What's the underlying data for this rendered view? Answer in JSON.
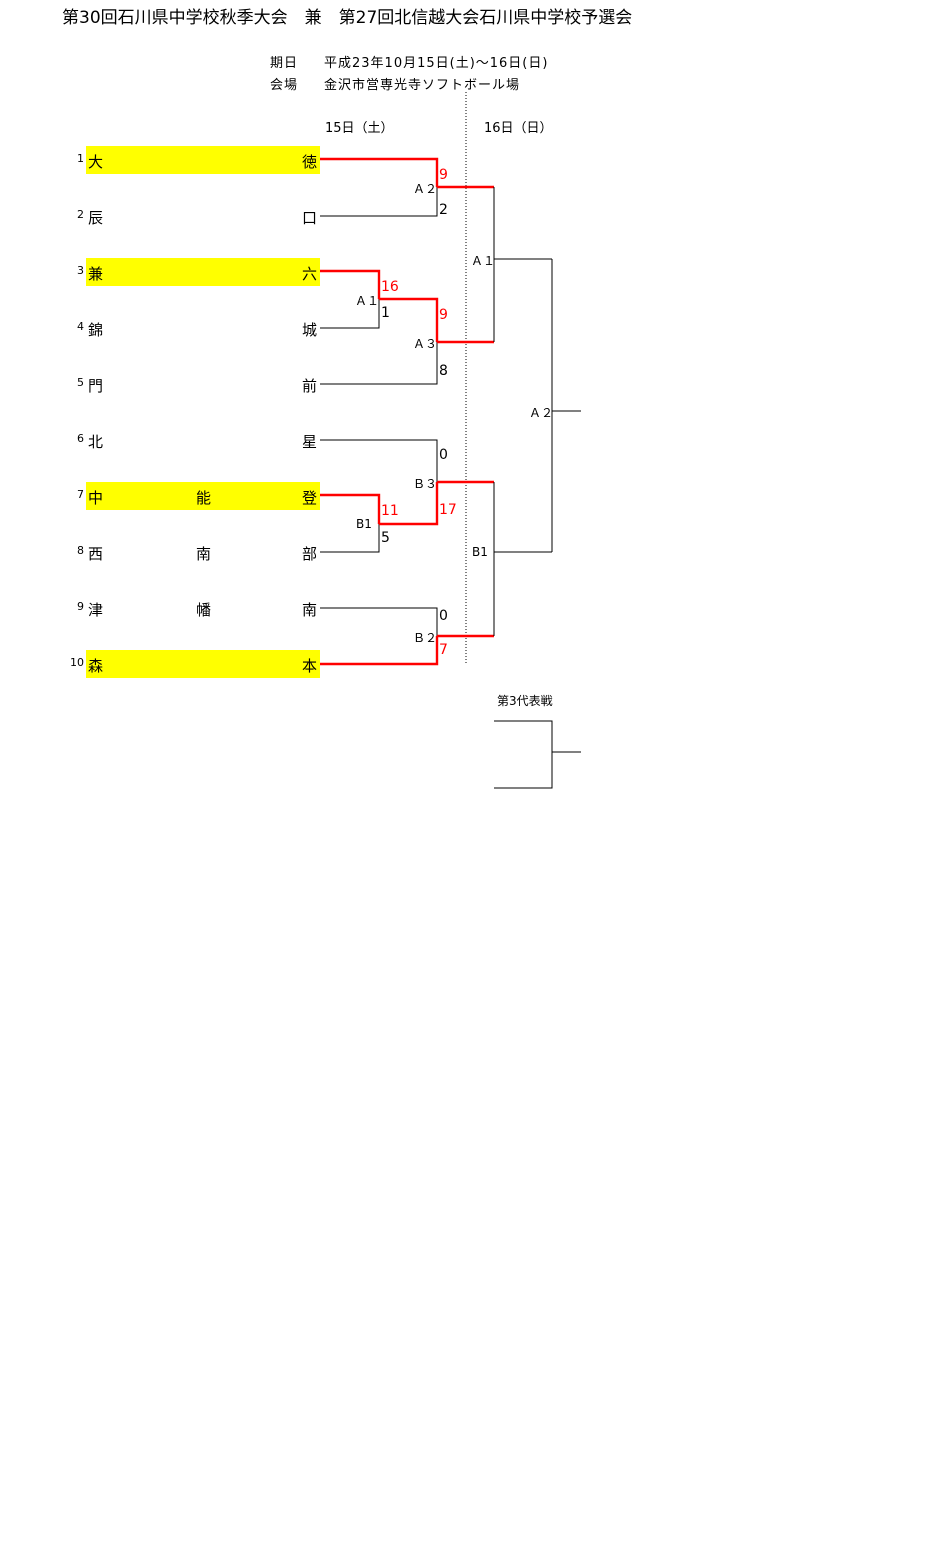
{
  "title": "第30回石川県中学校秋季大会　兼　第27回北信越大会石川県中学校予選会",
  "info": {
    "date_label": "期日",
    "date_value": "平成23年10月15日(土)～16日(日)",
    "venue_label": "会場",
    "venue_value": "金沢市営専光寺ソフトボール場"
  },
  "days": {
    "day1": "15日（土）",
    "day2": "16日（日）"
  },
  "teams": [
    {
      "seed": "1",
      "c1": "大",
      "c2": "",
      "c3": "徳",
      "highlight": true
    },
    {
      "seed": "2",
      "c1": "辰",
      "c2": "",
      "c3": "口",
      "highlight": false
    },
    {
      "seed": "3",
      "c1": "兼",
      "c2": "",
      "c3": "六",
      "highlight": true
    },
    {
      "seed": "4",
      "c1": "錦",
      "c2": "",
      "c3": "城",
      "highlight": false
    },
    {
      "seed": "5",
      "c1": "門",
      "c2": "",
      "c3": "前",
      "highlight": false
    },
    {
      "seed": "6",
      "c1": "北",
      "c2": "",
      "c3": "星",
      "highlight": false
    },
    {
      "seed": "7",
      "c1": "中",
      "c2": "能",
      "c3": "登",
      "highlight": true
    },
    {
      "seed": "8",
      "c1": "西",
      "c2": "南",
      "c3": "部",
      "highlight": false
    },
    {
      "seed": "9",
      "c1": "津",
      "c2": "幡",
      "c3": "南",
      "highlight": false
    },
    {
      "seed": "10",
      "c1": "森",
      "c2": "",
      "c3": "本",
      "highlight": true
    }
  ],
  "matches": [
    {
      "label": "Ａ２",
      "score_top": "9",
      "score_bottom": "2"
    },
    {
      "label": "Ａ１",
      "score_top": "16",
      "score_bottom": "1"
    },
    {
      "label": "Ａ３",
      "score_top": "9",
      "score_bottom": "8"
    },
    {
      "label": "Ｂ３",
      "score_top": "0",
      "score_bottom": "17"
    },
    {
      "label": "B1",
      "score_top": "11",
      "score_bottom": "5"
    },
    {
      "label": "Ｂ２",
      "score_top": "0",
      "score_bottom": "7"
    },
    {
      "label": "Ａ１",
      "score_top": "",
      "score_bottom": ""
    },
    {
      "label": "B1",
      "score_top": "",
      "score_bottom": ""
    },
    {
      "label": "Ａ２",
      "score_top": "",
      "score_bottom": ""
    }
  ],
  "third_place_label": "第3代表戦",
  "colors": {
    "highlight": "#ffff00",
    "winner_line": "#ff0000"
  }
}
